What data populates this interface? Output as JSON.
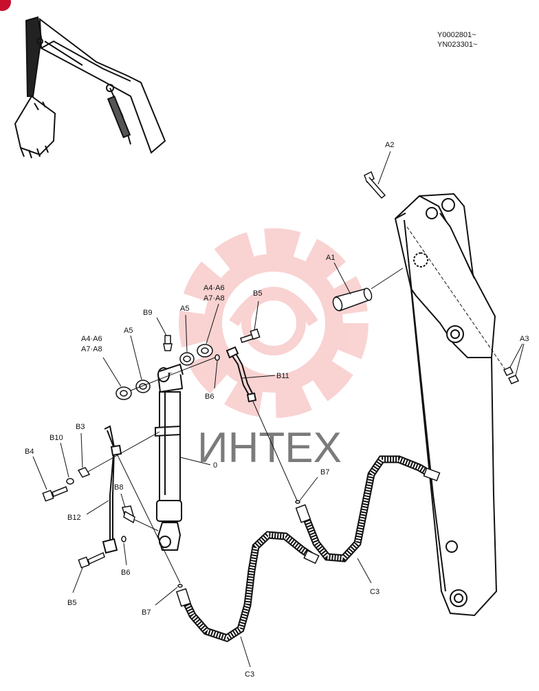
{
  "serial": [
    "Y0002801~",
    "YN023301~"
  ],
  "watermark": {
    "text": "ИНТЕХ",
    "color": "#f08080"
  },
  "labels": {
    "A1": "A1",
    "A2": "A2",
    "A3": "A3",
    "A5_left": "A5",
    "A5_right": "A5",
    "A4A6_left": "A4·A6",
    "A7A8_left": "A7·A8",
    "A4A6_right": "A4·A6",
    "A7A8_right": "A7·A8",
    "B3": "B3",
    "B4": "B4",
    "B5_top": "B5",
    "B5_bottom": "B5",
    "B6_top": "B6",
    "B6_bottom": "B6",
    "B7_right": "B7",
    "B7_left": "B7",
    "B8": "B8",
    "B9": "B9",
    "B10": "B10",
    "B11": "B11",
    "B12": "B12",
    "C3_right": "C3",
    "C3_left": "C3",
    "cyl": "0"
  }
}
